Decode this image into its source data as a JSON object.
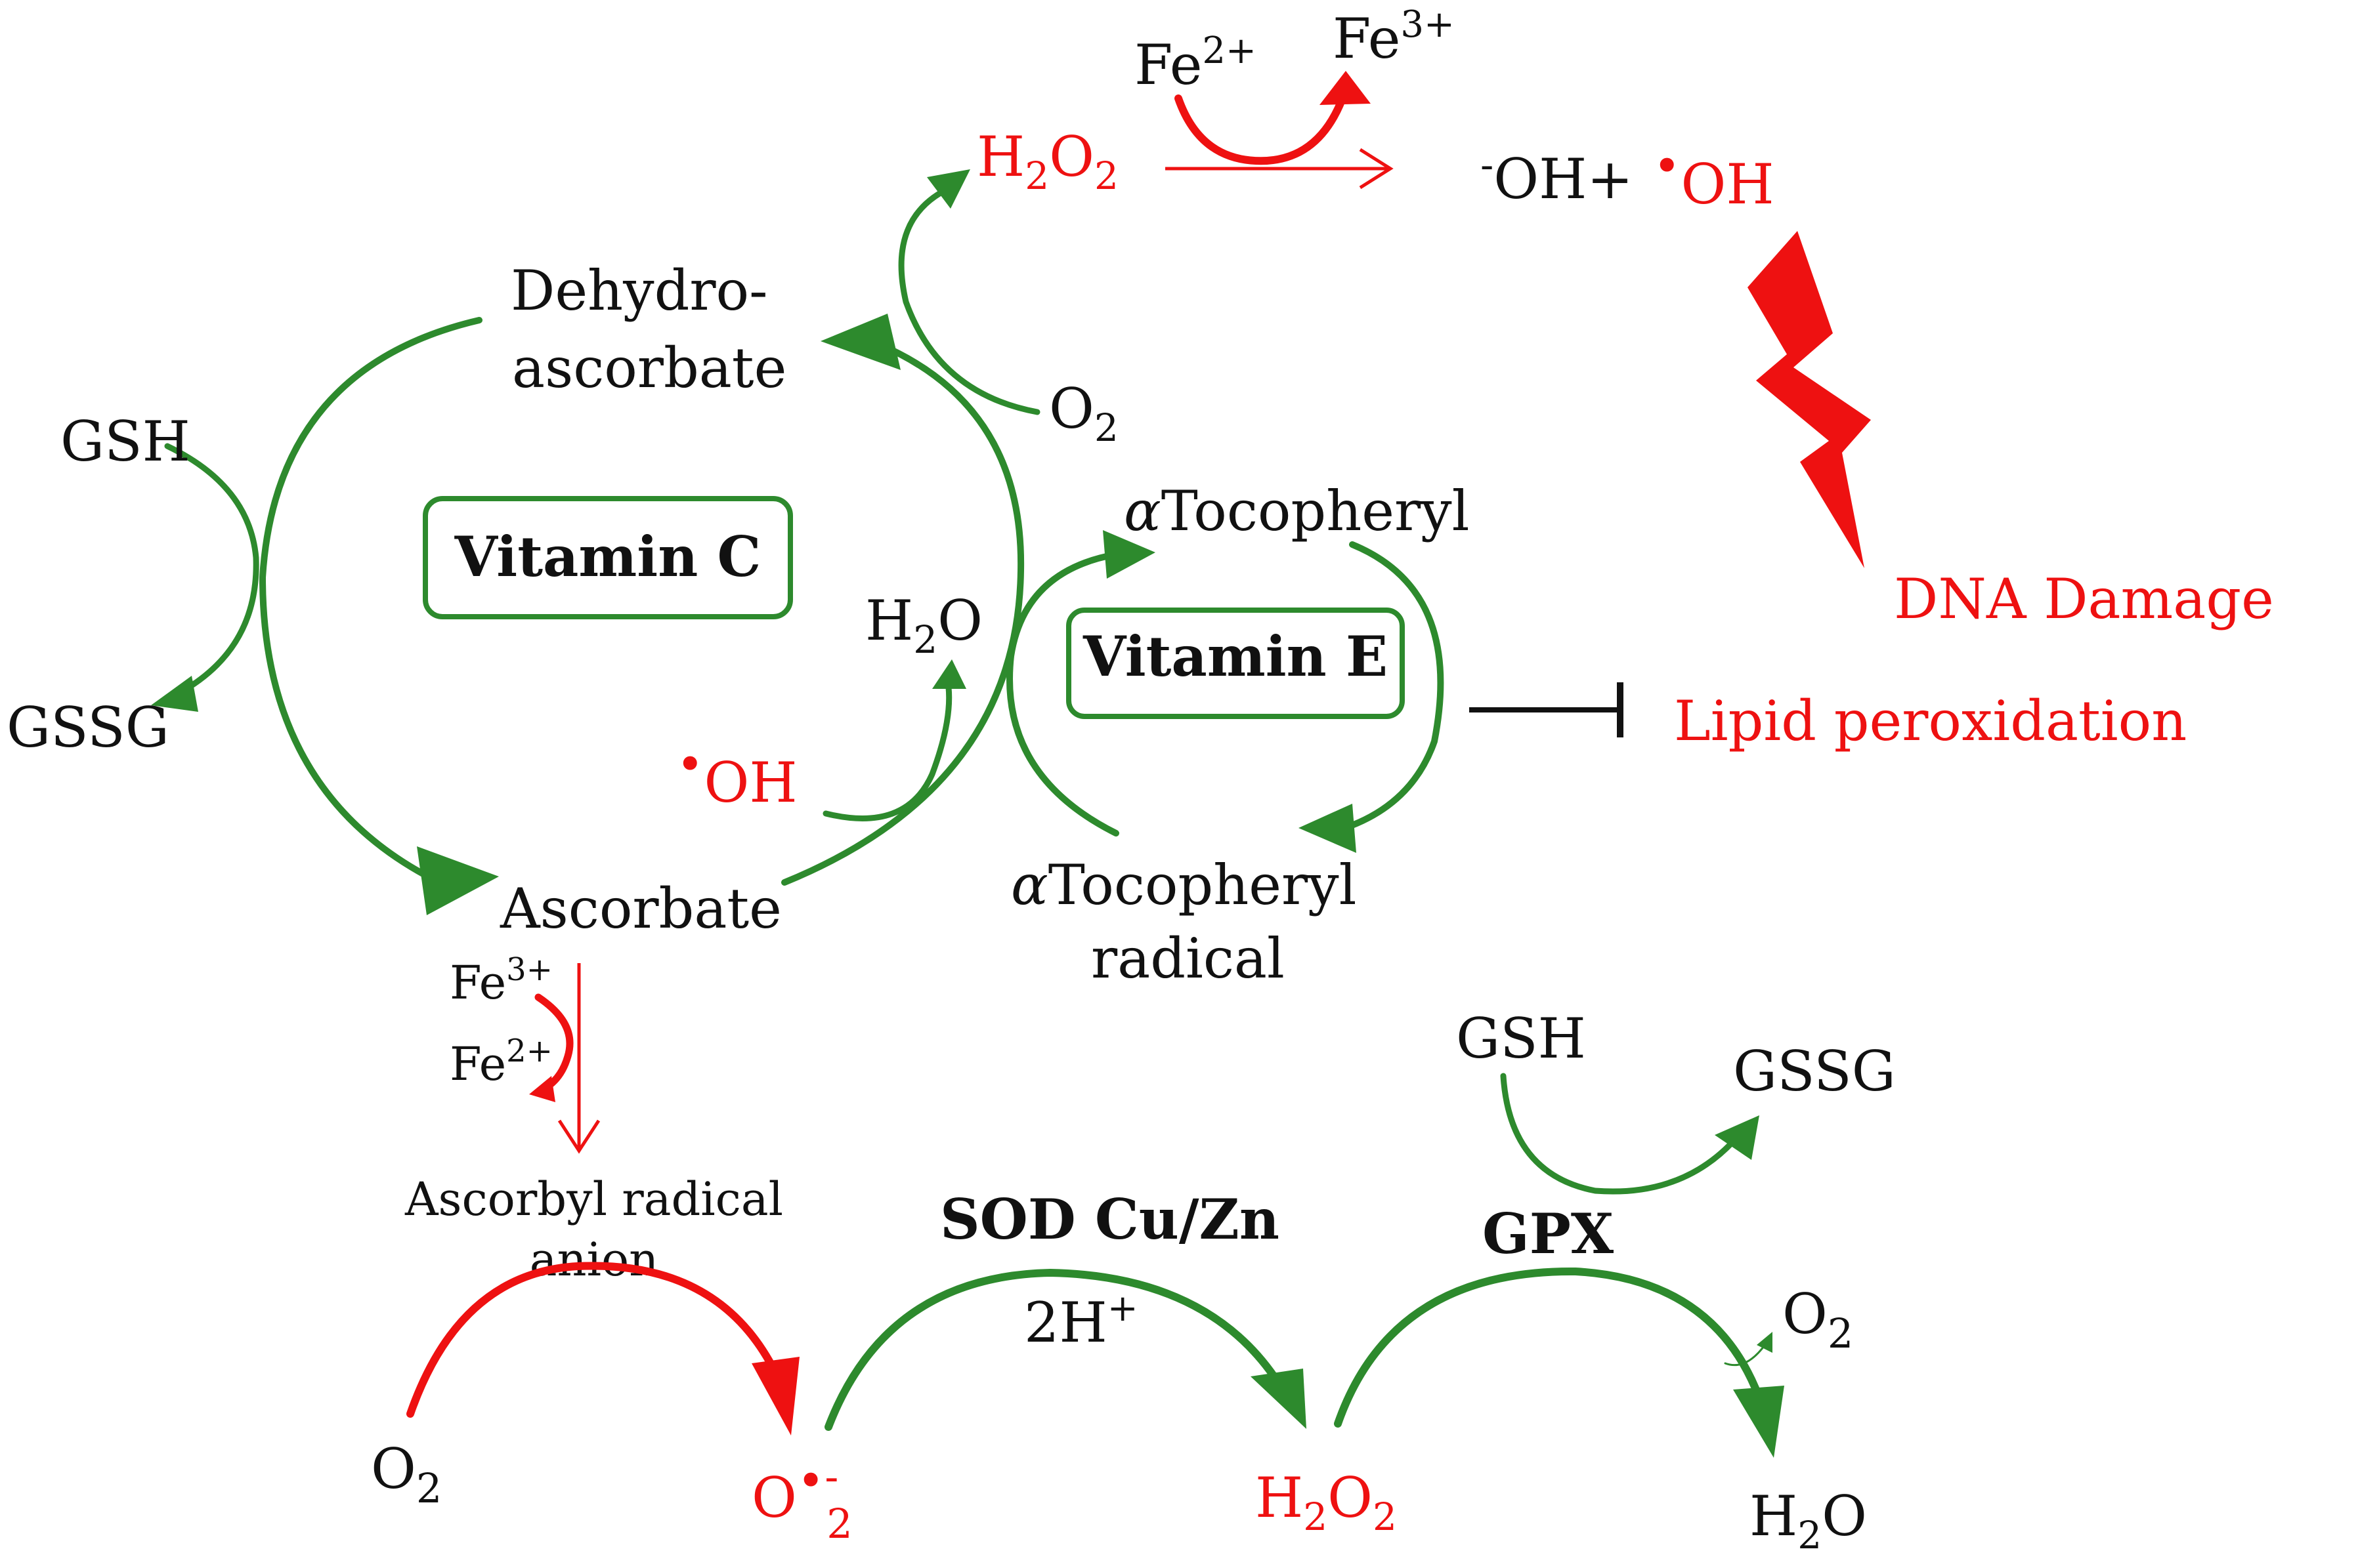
{
  "colors": {
    "green": "#2d8a2d",
    "red": "#ee1111",
    "black": "#111111"
  },
  "top_reaction": {
    "fe2": "Fe",
    "fe2_charge": "2+",
    "fe3": "Fe",
    "fe3_charge": "3+",
    "h2o2_h": "H",
    "h2o2_2a": "2",
    "h2o2_o": "O",
    "h2o2_2b": "2",
    "hydroxide": "OH+",
    "hydroxide_charge": "-",
    "hydroxyl_dot": "•",
    "hydroxyl": "OH"
  },
  "damage": {
    "dna": "DNA Damage",
    "lipid": "Lipid peroxidation"
  },
  "vitamin_c_cycle": {
    "box_label": "Vitamin C",
    "dehydro_line1": "Dehydro-",
    "dehydro_line2": "ascorbate",
    "ascorbate": "Ascorbate",
    "gsh": "GSH",
    "gssg": "GSSG",
    "o2_o": "O",
    "o2_sub": "2",
    "h2o_h": "H",
    "h2o_sub": "2",
    "h2o_o": "O",
    "oh_dot": "•",
    "oh": "OH"
  },
  "vitamin_e_cycle": {
    "box_label": "Vitamin E",
    "alpha": "α",
    "tocopheryl": "Tocopheryl",
    "radical_line1": "Tocopheryl",
    "radical_line2": "radical"
  },
  "ascorbyl": {
    "fe3": "Fe",
    "fe3_charge": "3+",
    "fe2": "Fe",
    "fe2_charge": "2+",
    "line1": "Ascorbyl radical",
    "line2": "anion"
  },
  "bottom_chain": {
    "o2_o": "O",
    "o2_sub": "2",
    "superoxide_o": "O",
    "superoxide_dot": "•",
    "superoxide_minus": "-",
    "superoxide_sub": "2",
    "sod": "SOD Cu/Zn",
    "protons": "2H",
    "protons_plus": "+",
    "h2o2_h": "H",
    "h2o2_2a": "2",
    "h2o2_o": "O",
    "h2o2_2b": "2",
    "gpx": "GPX",
    "gsh": "GSH",
    "gssg": "GSSG",
    "o2_out_o": "O",
    "o2_out_sub": "2",
    "h2o_h": "H",
    "h2o_sub": "2",
    "h2o_o": "O"
  }
}
